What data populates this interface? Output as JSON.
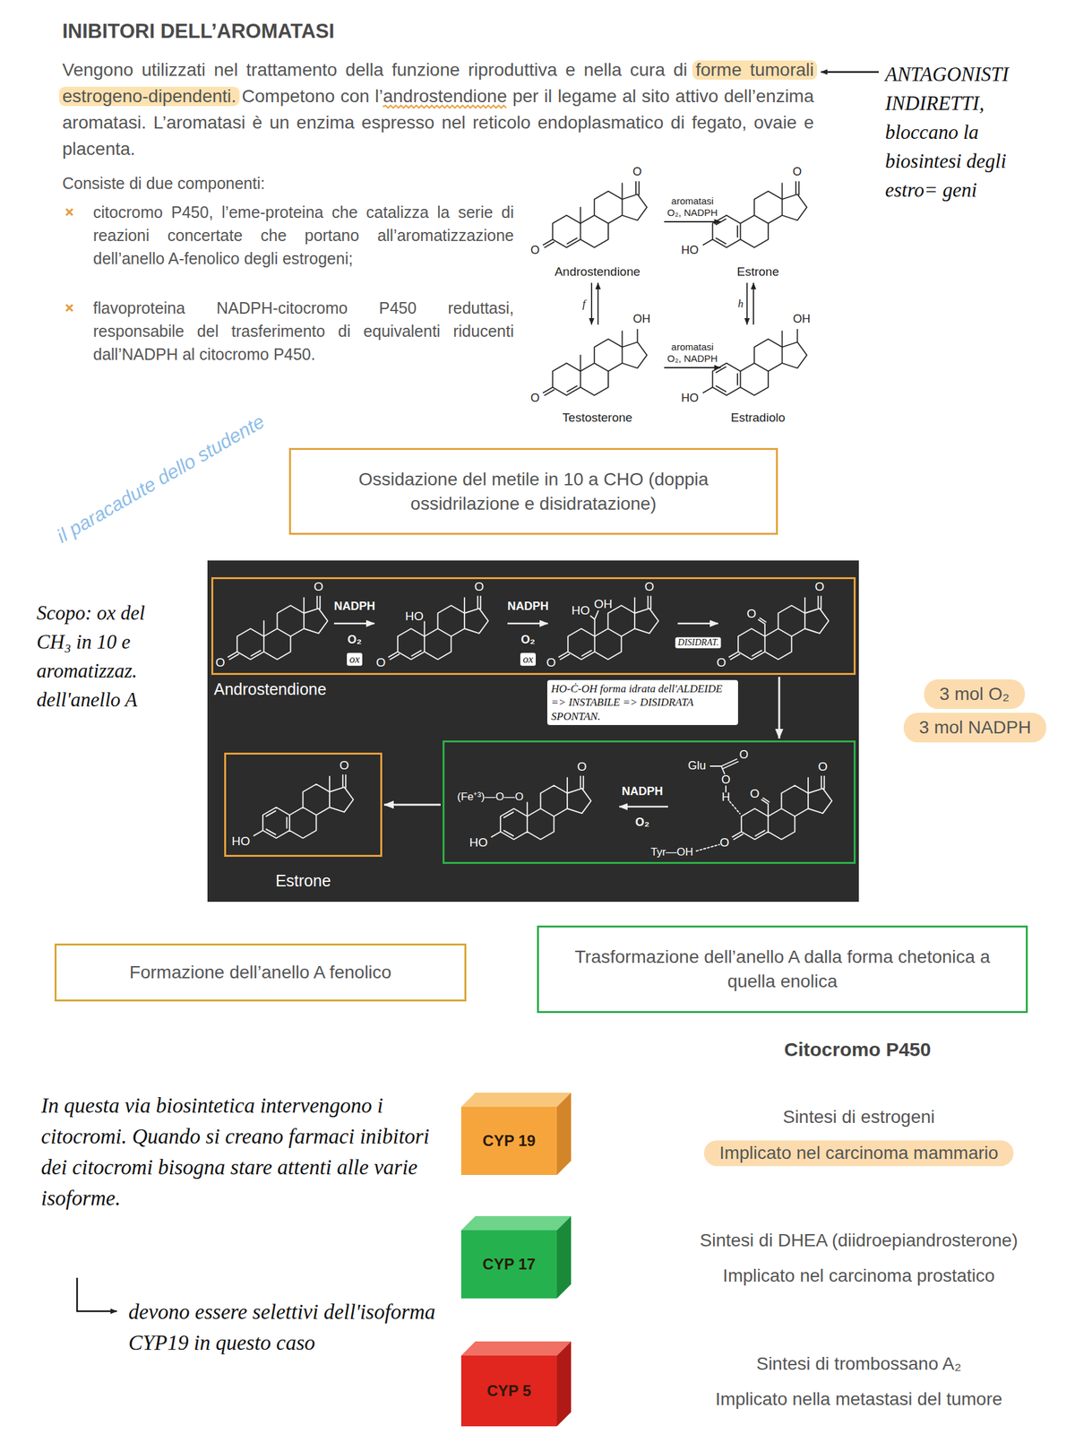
{
  "diagram": {
    "title": "INIBITORI DELL’AROMATASI",
    "nodes": [
      {
        "text": [
          "Ossidazione del metile in 10 a CHO (doppia ossidrilazione e disidratazione)"
        ]
      },
      {
        "text": [
          "Androstendione",
          "Estrone"
        ]
      },
      {
        "text": [
          "O",
          "O",
          "NADPH",
          "O₂",
          "ox",
          "HO",
          "O",
          "O",
          "NADPH",
          "O₂",
          "ox",
          "HO",
          "OH",
          "O",
          "O",
          "DISIDRAT.",
          "O",
          "O",
          "O"
        ],
        "in": 1
      },
      {
        "text": [
          "(Fe⁺³)—O—O",
          "O",
          "HO",
          "NADPH",
          "O₂",
          "Glu",
          "O",
          "O",
          "H",
          "O",
          "O",
          "O",
          "Tyr—OH"
        ],
        "in": 1
      },
      {
        "text": [
          "O",
          "HO"
        ],
        "in": 1
      },
      {
        "text": [
          "3 mol O₂"
        ]
      },
      {
        "text": [
          "3 mol NADPH"
        ]
      },
      {
        "text": [
          "Formazione dell’anello A fenolico"
        ]
      },
      {
        "text": [
          "Trasformazione dell’anello A dalla forma chetonica a quella enolica"
        ]
      },
      {
        "text": [
          "CYP 19"
        ]
      },
      {
        "text": [
          "CYP 17"
        ]
      },
      {
        "text": [
          "CYP 5"
        ]
      }
    ],
    "edges": [
      {
        "from": 2,
        "to": 3,
        "arrow": "to"
      },
      {
        "from": 3,
        "to": 4,
        "arrow": "to"
      }
    ],
    "labels": [
      "Vengono utilizzati nel trattamento della funzione riproduttiva e nella cura di forme tumorali estrogeno-dipendenti. Competono con l’androstendione per il legame al sito attivo dell’enzima aromatasi. L’aromatasi è un enzima espresso nel reticolo endoplasmatico di fegato, ovaie e placenta.",
      "Consiste di due componenti:",
      "citocromo P450, l’eme-proteina che catalizza la serie di reazioni concertate che portano all’aromatizzazione dell’anello A-fenolico degli estrogeni;",
      "flavoproteina NADPH-citocromo P450 reduttasi, responsabile del trasferimento di equivalenti riducenti dall’NADPH al citocromo P450.",
      "O",
      "O",
      "Androstendione",
      "aromatasi",
      "O₂, NADPH",
      "O",
      "HO",
      "Estrone",
      "f",
      "h",
      "OH",
      "O",
      "Testosterone",
      "aromatasi",
      "O₂, NADPH",
      "OH",
      "HO",
      "Estradiolo",
      "ANTAGONISTI INDIRETTI, bloccano la biosintesi degli estro= geni",
      "il paracadute dello studente",
      "Scopo: ox del CH₃ in 10 e aromatizzaz. dell'anello A",
      "HO-Ċ-OH forma idrata dell'ALDEIDE => INSTABILE => DISIDRATA SPONTAN.",
      "Citocromo P450",
      "Sintesi di estrogeni",
      "Implicato nel carcinoma mammario",
      "Sintesi di DHEA (diidroepiandrosterone)",
      "Implicato nel carcinoma prostatico",
      "Sintesi di trombossano A₂",
      "Implicato nella metastasi del tumore",
      "In questa via biosintetica intervengono i citocromi. Quando si creano farmaci inibitori dei citocromi bisogna stare attenti alle varie isoforme.",
      "devono essere selettivi dell'isoforma CYP19 in questo caso"
    ]
  }
}
